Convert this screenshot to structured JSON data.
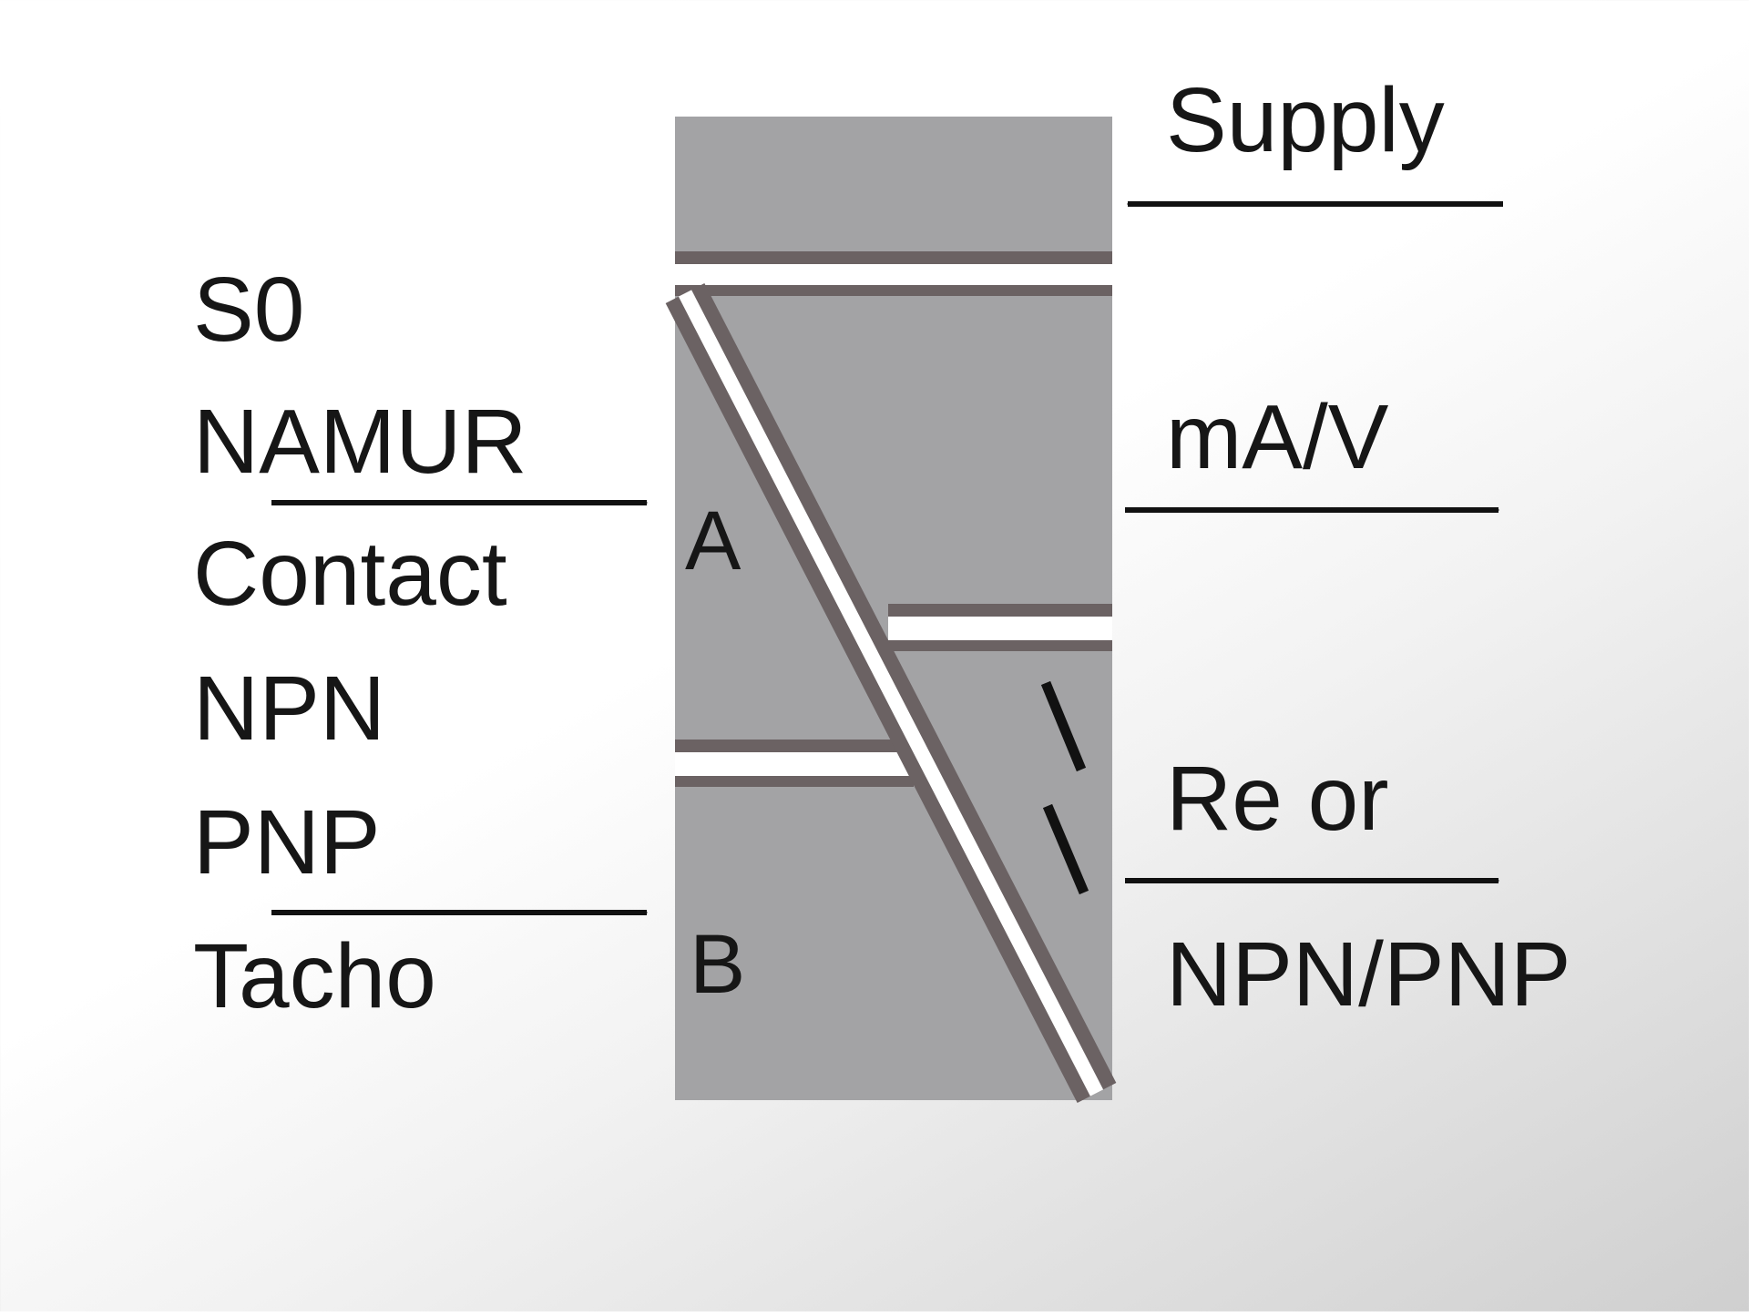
{
  "inputs": {
    "labels": [
      "S0",
      "NAMUR",
      "Contact",
      "NPN",
      "PNP",
      "Tacho"
    ]
  },
  "blocks": {
    "a": "A",
    "b": "B"
  },
  "outputs": {
    "supply": "Supply",
    "analog": "mA/V",
    "relay_line1": "Re or",
    "relay_line2": "NPN/PNP"
  },
  "colors": {
    "block_fill": "#a3a3a5",
    "divider": "#6b6263",
    "gap": "#ffffff",
    "arrow": "#111111"
  }
}
